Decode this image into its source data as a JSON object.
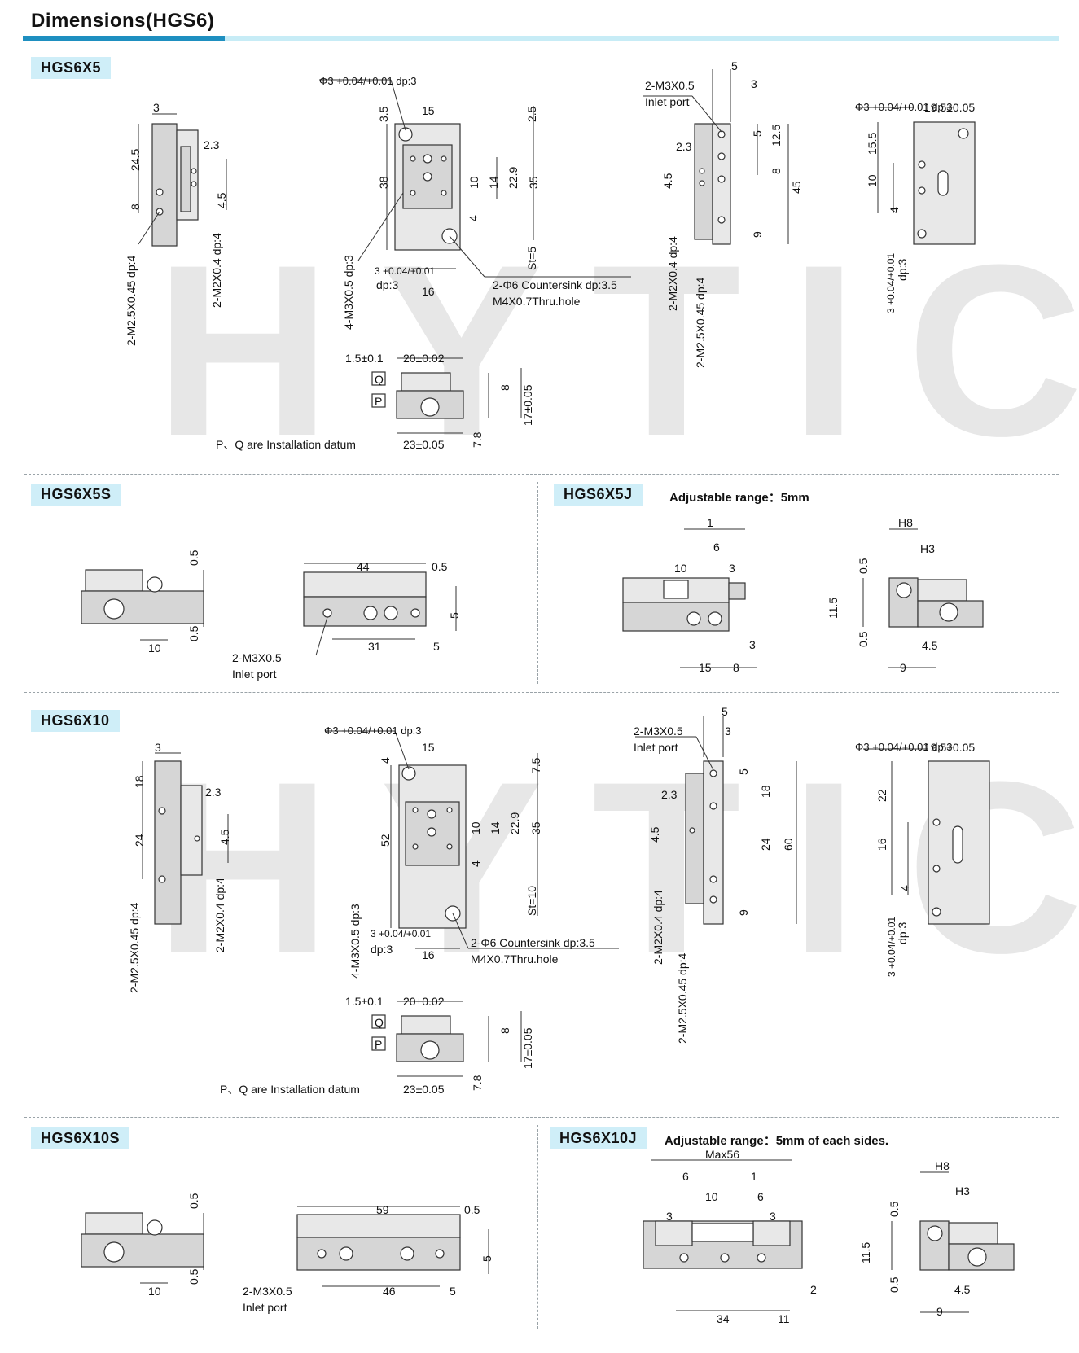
{
  "page": {
    "title": "Dimensions(HGS6)",
    "watermark": "HYTIC"
  },
  "sections": {
    "s1": {
      "tag": "HGS6X5"
    },
    "s2": {
      "tag": "HGS6X5S"
    },
    "s3": {
      "tag": "HGS6X5J",
      "note": "Adjustable range：5mm"
    },
    "s4": {
      "tag": "HGS6X10"
    },
    "s5": {
      "tag": "HGS6X10S"
    },
    "s6": {
      "tag": "HGS6X10J",
      "note": "Adjustable range：5mm of each sides."
    }
  },
  "labels": {
    "phi3": "Φ3 +0.04/+0.01 dp:3",
    "tol_304": "3 +0.04/+0.01",
    "dp3": "dp:3",
    "m3_inlet": "2-M3X0.5",
    "inlet_port": "Inlet port",
    "countersink": "2-Φ6 Countersink dp:3.5",
    "thru_hole": "M4X0.7Thru.hole",
    "m3x4": "4-M3X0.5 dp:3",
    "m25": "2-M2.5X0.45 dp:4",
    "m2": "2-M2X0.4 dp:4",
    "datum_note": "P、Q are Installation datum",
    "p": "P",
    "q": "Q",
    "d15_01": "1.5±0.1",
    "d20_002": "20±0.02",
    "d23_005": "23±0.05",
    "d17_005": "17±0.05",
    "d195_005": "19.5±0.05",
    "st5": "St=5",
    "st10": "St=10",
    "max56": "Max56",
    "h8": "H8",
    "h3": "H3"
  },
  "dims1": {
    "a3": "3",
    "a245": "24.5",
    "a8": "8",
    "a23": "2.3",
    "a45": "4.5",
    "b35": "3.5",
    "b15": "15",
    "b25": "2.5",
    "b38": "38",
    "b10": "10",
    "b14": "14",
    "b229": "22.9",
    "b35b": "35",
    "b4": "4",
    "b16": "16",
    "b8": "8",
    "b78": "7.8",
    "c5": "5",
    "c3": "3",
    "c23": "2.3",
    "c5b": "5",
    "c125": "12.5",
    "c8": "8",
    "c45": "45",
    "c45b": "4.5",
    "c9": "9",
    "d155": "15.5",
    "d10": "10",
    "d4": "4"
  },
  "dims2": {
    "e05": "0.5",
    "e05b": "0.5",
    "e10": "10",
    "e44": "44",
    "e05c": "0.5",
    "e5": "5",
    "e31": "31",
    "e5b": "5",
    "f1": "1",
    "f6": "6",
    "f10": "10",
    "f3": "3",
    "f3b": "3",
    "f15": "15",
    "f8": "8",
    "g05": "0.5",
    "g115": "11.5",
    "g05b": "0.5",
    "g45": "4.5",
    "g9": "9"
  },
  "dims4": {
    "a3": "3",
    "a18": "18",
    "a24": "24",
    "a23": "2.3",
    "a45": "4.5",
    "b4": "4",
    "b15": "15",
    "b75": "7.5",
    "b52": "52",
    "b10": "10",
    "b14": "14",
    "b229": "22.9",
    "b35": "35",
    "b4b": "4",
    "b16": "16",
    "b8": "8",
    "b78": "7.8",
    "c5": "5",
    "c3": "3",
    "c23": "2.3",
    "c5b": "5",
    "c18": "18",
    "c60": "60",
    "c45": "4.5",
    "c24": "24",
    "c9": "9",
    "d22": "22",
    "d16": "16",
    "d4": "4"
  },
  "dims5": {
    "e05": "0.5",
    "e05b": "0.5",
    "e10": "10",
    "e59": "59",
    "e05c": "0.5",
    "e5": "5",
    "e46": "46",
    "e5b": "5",
    "f6": "6",
    "f1": "1",
    "f10": "10",
    "f6b": "6",
    "f3": "3",
    "f3b": "3",
    "f34": "34",
    "f11": "11",
    "f2": "2",
    "g05": "0.5",
    "g115": "11.5",
    "g05b": "0.5",
    "g45": "4.5",
    "g9": "9"
  }
}
